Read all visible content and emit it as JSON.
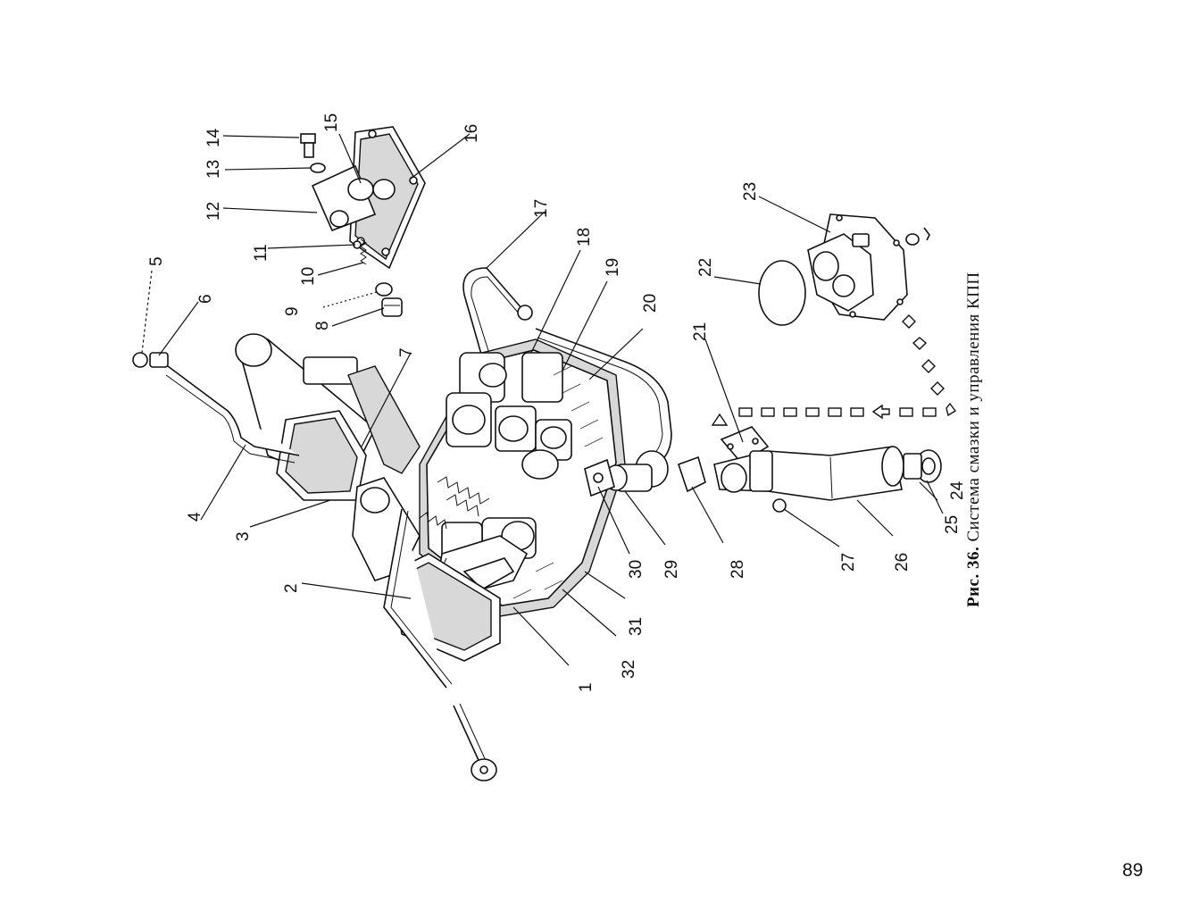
{
  "figure": {
    "caption_prefix": "Рис. 36.",
    "caption_text": "Система смазки и управления КПП"
  },
  "page_number": "89",
  "callouts": [
    "1",
    "2",
    "3",
    "4",
    "5",
    "6",
    "7",
    "8",
    "9",
    "10",
    "11",
    "12",
    "13",
    "14",
    "15",
    "16",
    "17",
    "18",
    "19",
    "20",
    "21",
    "22",
    "23",
    "24",
    "25",
    "26",
    "27",
    "28",
    "29",
    "30",
    "31",
    "32"
  ]
}
